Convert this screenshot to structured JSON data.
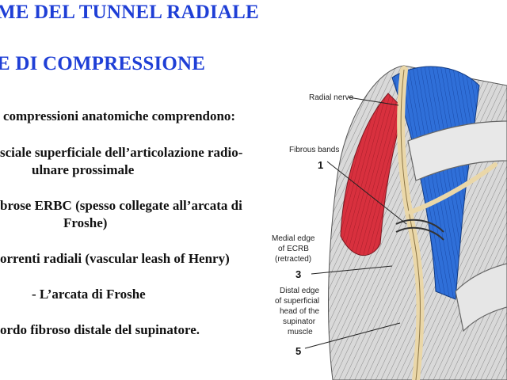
{
  "title_line1": "ME DEL TUNNEL RADIALE",
  "title_line2": "E DI COMPRESSIONE",
  "body_lines": [
    "compressioni anatomiche comprendono:",
    "sciale superficiale dell’articolazione radio-",
    "ulnare prossimale",
    "brose ERBC (spesso collegate all’arcata di",
    "Froshe)",
    "orrenti radiali  (vascular leash of Henry)",
    "- L’arcata di Froshe",
    "ordo fibroso distale del supinatore."
  ],
  "figure": {
    "radial_nerve": "Radial nerve",
    "fibrous_bands": "Fibrous bands",
    "n1": "1",
    "medial_1": "Medial edge",
    "medial_2": "of ECRB",
    "medial_3": "(retracted)",
    "n3": "3",
    "distal_1": "Distal edge",
    "distal_2": "of superficial",
    "distal_3": "head of the",
    "distal_4": "supinator",
    "distal_5": "muscle",
    "n5": "5"
  },
  "colors": {
    "title": "#1f3fd6",
    "muscle_red": "#d8303e",
    "muscle_blue": "#2f6fd8",
    "nerve": "#ead7a8"
  }
}
